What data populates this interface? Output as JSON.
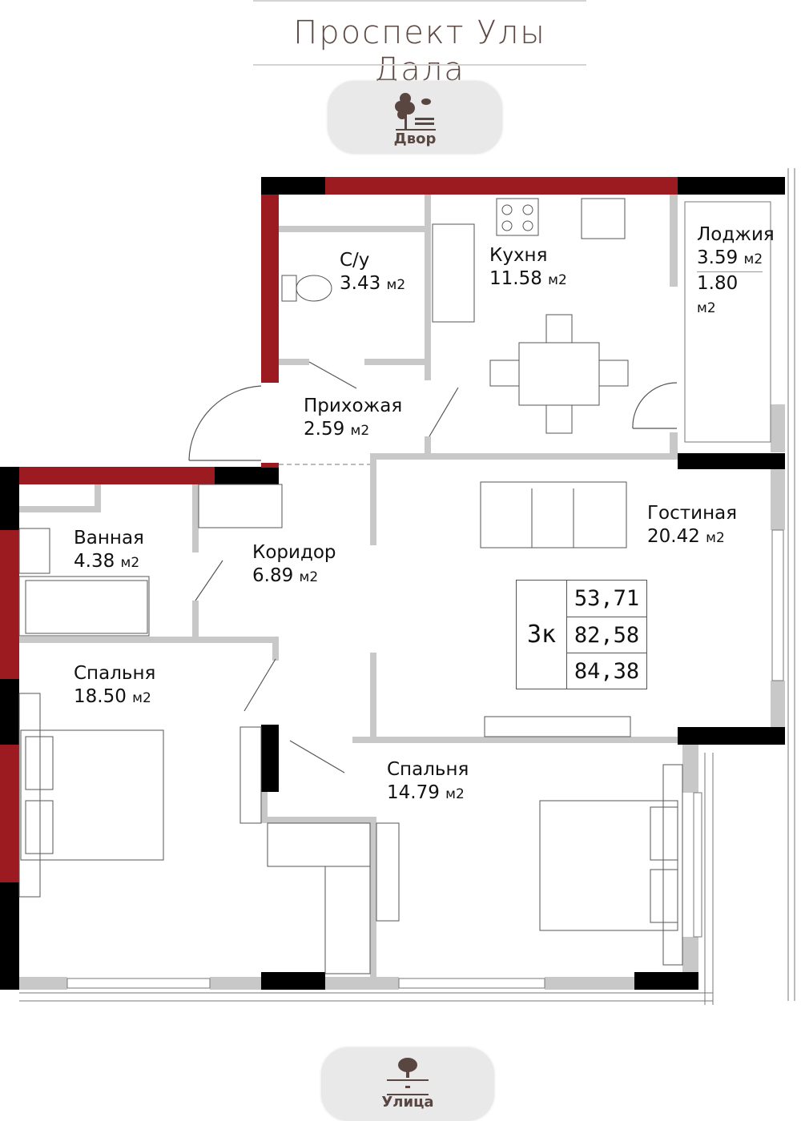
{
  "header": {
    "title": "Проспект Улы Дала"
  },
  "top_button": {
    "label": "Двор",
    "icon": "park-bench-tree-icon"
  },
  "bottom_button": {
    "label": "Улица",
    "icon": "street-tree-icon"
  },
  "rooms": {
    "su": {
      "name": "С/у",
      "area": "3.43",
      "unit": "м2"
    },
    "kitchen": {
      "name": "Кухня",
      "area": "11.58",
      "unit": "м2"
    },
    "loggia": {
      "name": "Лоджия",
      "area": "3.59",
      "area_reduced": "1.80",
      "unit": "м2"
    },
    "hall": {
      "name": "Прихожая",
      "area": "2.59",
      "unit": "м2"
    },
    "living": {
      "name": "Гостиная",
      "area": "20.42",
      "unit": "м2"
    },
    "bath": {
      "name": "Ванная",
      "area": "4.38",
      "unit": "м2"
    },
    "corridor": {
      "name": "Коридор",
      "area": "6.89",
      "unit": "м2"
    },
    "bedroom1": {
      "name": "Спальня",
      "area": "18.50",
      "unit": "м2"
    },
    "bedroom2": {
      "name": "Спальня",
      "area": "14.79",
      "unit": "м2"
    }
  },
  "summary": {
    "rooms": "3к",
    "living_area": "53,71",
    "total_area": "82,58",
    "total_with_loggia": "84,38"
  },
  "colors": {
    "brand": "#5a4641",
    "exterior_wall": "#9b1b21",
    "bearing_wall": "#000000",
    "partition": "#c8c8c8",
    "button_bg": "#e9e9ea"
  }
}
